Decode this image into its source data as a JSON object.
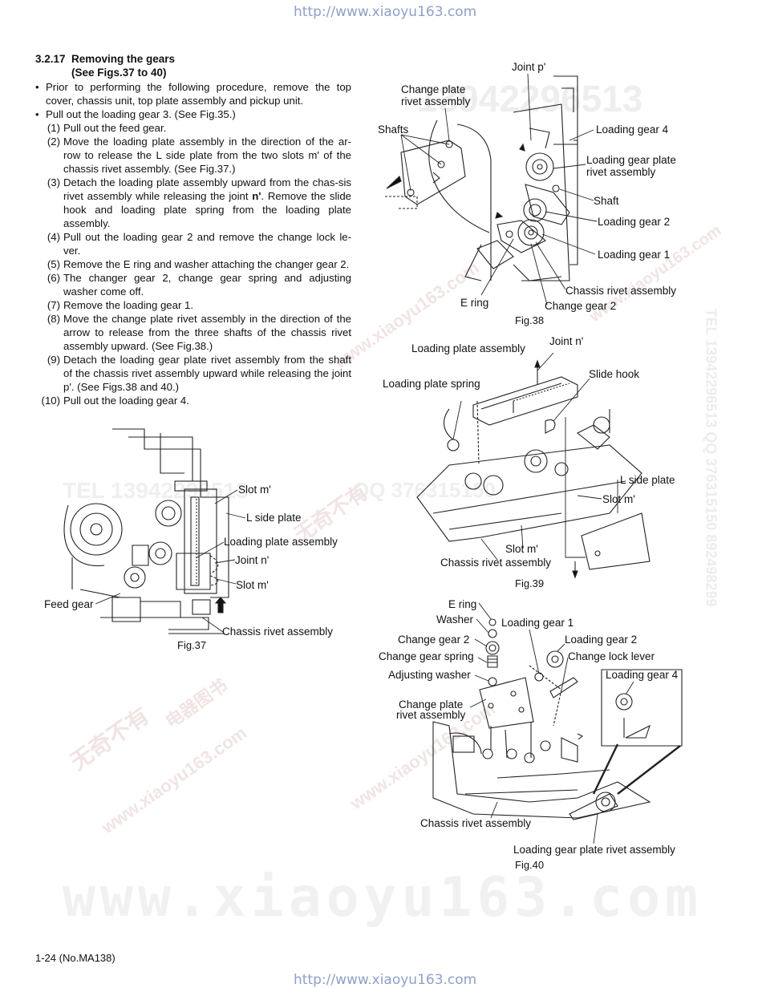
{
  "header_url": "http://www.xiaoyu163.com",
  "footer_url": "http://www.xiaoyu163.com",
  "watermarks": {
    "big_url": "www.xiaoyu163.com",
    "tel_top": "TEL 13942296513",
    "phone_mid": "13942296513",
    "qq": "QQ 376315150",
    "vertical": "TEL 13942296513 QQ 376315150 892498299",
    "brand_cn": "无奇不有",
    "site_cn": "电器图书",
    "site_url": "www.xiaoyu163.com"
  },
  "section": {
    "number": "3.2.17",
    "title": "Removing the gears",
    "subtitle": "(See Figs.37 to 40)"
  },
  "procedure": [
    {
      "marker": "•",
      "text": "Prior to performing the following procedure, remove the top cover, chassis unit, top plate assembly and pickup unit."
    },
    {
      "marker": "•",
      "text": "Pull out the loading gear 3. (See Fig.35.)"
    },
    {
      "marker": "(1)",
      "text": "Pull out the feed gear."
    },
    {
      "marker": "(2)",
      "text": "Move the loading plate assembly in the direction of the ar-row to release the L side plate from the two slots m' of the chassis rivet assembly. (See Fig.37.)"
    },
    {
      "marker": "(3)",
      "text_before": "Detach the loading plate assembly upward from the chas-sis rivet assembly while releasing the joint ",
      "text_bold": "n'",
      "text_after": ". Remove the slide hook and loading plate spring from the loading plate assembly."
    },
    {
      "marker": "(4)",
      "text": "Pull out the loading gear 2 and remove the change lock le-ver."
    },
    {
      "marker": "(5)",
      "text": "Remove the E ring and washer attaching the changer gear 2."
    },
    {
      "marker": "(6)",
      "text": "The changer gear 2, change gear spring and adjusting washer come off."
    },
    {
      "marker": "(7)",
      "text": "Remove the loading gear 1."
    },
    {
      "marker": "(8)",
      "text": "Move the change plate rivet assembly in the direction of the arrow to release from the three shafts of the chassis rivet assembly upward. (See Fig.38.)"
    },
    {
      "marker": "(9)",
      "text": "Detach the loading gear plate rivet assembly from the shaft of the chassis rivet assembly upward while releasing the joint p'. (See Figs.38 and 40.)"
    },
    {
      "marker": "(10)",
      "text": "Pull out the loading gear 4."
    }
  ],
  "fig37": {
    "caption": "Fig.37",
    "labels": {
      "slot_m_top": "Slot m'",
      "l_side_plate": "L side plate",
      "loading_plate_assembly": "Loading plate assembly",
      "joint_n": "Joint n'",
      "slot_m_bottom": "Slot m'",
      "feed_gear": "Feed gear",
      "chassis_rivet_assembly": "Chassis rivet assembly"
    }
  },
  "fig38": {
    "caption": "Fig.38",
    "labels": {
      "joint_p": "Joint p'",
      "change_plate_rivet_assembly_1": "Change plate",
      "change_plate_rivet_assembly_2": "rivet assembly",
      "shafts": "Shafts",
      "loading_gear_4": "Loading gear 4",
      "loading_gear_plate_1": "Loading gear plate",
      "loading_gear_plate_2": "rivet assembly",
      "shaft": "Shaft",
      "loading_gear_2": "Loading gear 2",
      "loading_gear_1": "Loading gear 1",
      "chassis_rivet_assembly": "Chassis rivet assembly",
      "e_ring": "E ring",
      "change_gear_2": "Change gear 2"
    }
  },
  "fig39": {
    "caption": "Fig.39",
    "labels": {
      "loading_plate_assembly": "Loading plate assembly",
      "joint_n": "Joint n'",
      "loading_plate_spring": "Loading plate spring",
      "slide_hook": "Slide hook",
      "l_side_plate": "L side plate",
      "slot_m_right": "Slot m'",
      "slot_m_bottom": "Slot m'",
      "chassis_rivet_assembly": "Chassis rivet assembly"
    }
  },
  "fig40": {
    "caption": "Fig.40",
    "labels": {
      "e_ring": "E ring",
      "washer": "Washer",
      "loading_gear_1": "Loading gear 1",
      "change_gear_2": "Change gear 2",
      "loading_gear_2": "Loading gear 2",
      "change_gear_spring": "Change gear spring",
      "change_lock_lever": "Change lock lever",
      "adjusting_washer": "Adjusting washer",
      "loading_gear_4": "Loading gear 4",
      "change_plate_1": "Change plate",
      "change_plate_2": "rivet assembly",
      "chassis_rivet_assembly": "Chassis rivet assembly",
      "loading_gear_plate_rivet_assembly": "Loading gear plate rivet assembly"
    }
  },
  "page_number": "1-24 (No.MA138)"
}
